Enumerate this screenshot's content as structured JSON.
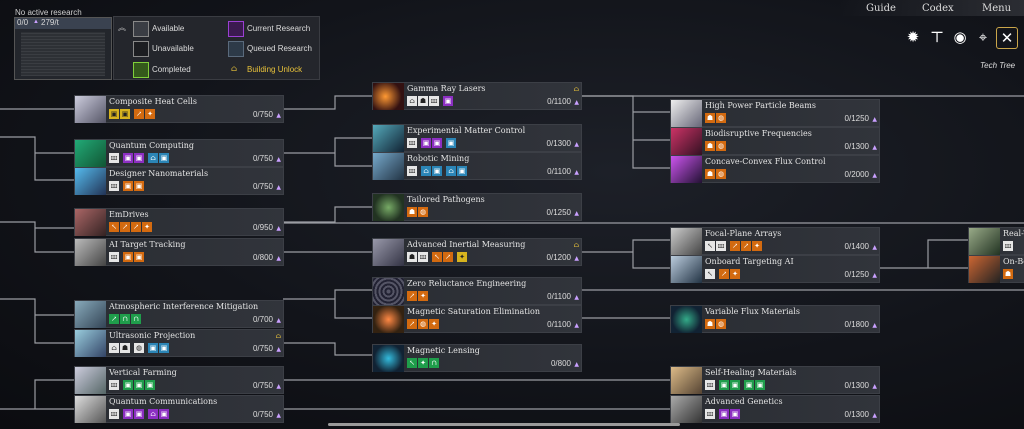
{
  "status": {
    "no_research": "No active research",
    "count": "0/0",
    "rate": "279/t"
  },
  "legend": {
    "available": "Available",
    "unavailable": "Unavailable",
    "completed": "Completed",
    "current": "Current Research",
    "queued": "Queued Research",
    "building_unlock": "Building Unlock"
  },
  "nav": {
    "guide": "Guide",
    "codex": "Codex",
    "menu": "Menu"
  },
  "tools": {
    "sun": "sun-icon",
    "hammer": "hammer-icon",
    "eye": "eye-icon",
    "target": "crosshair-icon",
    "close": "close-icon"
  },
  "tech_tree_label": "Tech Tree",
  "colors": {
    "completed": "#7fd03a",
    "current": "#8c2fc2",
    "queued": "#3b4a5c",
    "lock": "#e8c23a"
  },
  "nodes": {
    "composite_heat_cells": {
      "name": "Composite Heat Cells",
      "cost": "0/750"
    },
    "quantum_computing": {
      "name": "Quantum Computing",
      "cost": "0/750"
    },
    "designer_nanomaterials": {
      "name": "Designer Nanomaterials",
      "cost": "0/750"
    },
    "emdrives": {
      "name": "EmDrives",
      "cost": "0/950"
    },
    "ai_target_tracking": {
      "name": "AI Target Tracking",
      "cost": "0/800"
    },
    "atmospheric": {
      "name": "Atmospheric Interference Mitigation",
      "cost": "0/700"
    },
    "ultrasonic": {
      "name": "Ultrasonic Projection",
      "cost": "0/750"
    },
    "vertical_farming": {
      "name": "Vertical Farming",
      "cost": "0/750"
    },
    "quantum_comms": {
      "name": "Quantum Communications",
      "cost": "0/750"
    },
    "gamma_ray": {
      "name": "Gamma Ray Lasers",
      "cost": "0/1100"
    },
    "experimental_matter": {
      "name": "Experimental Matter Control",
      "cost": "0/1300"
    },
    "robotic_mining": {
      "name": "Robotic Mining",
      "cost": "0/1100"
    },
    "tailored_pathogens": {
      "name": "Tailored Pathogens",
      "cost": "0/1250"
    },
    "inertial_measuring": {
      "name": "Advanced Inertial Measuring",
      "cost": "0/1200"
    },
    "zero_reluctance": {
      "name": "Zero Reluctance Engineering",
      "cost": "0/1100"
    },
    "magnetic_saturation": {
      "name": "Magnetic Saturation Elimination",
      "cost": "0/1100"
    },
    "magnetic_lensing": {
      "name": "Magnetic Lensing",
      "cost": "0/800"
    },
    "particle_beams": {
      "name": "High Power Particle Beams",
      "cost": "0/1250"
    },
    "biodisruptive": {
      "name": "Biodisruptive Frequencies",
      "cost": "0/1300"
    },
    "concave_convex": {
      "name": "Concave-Convex Flux Control",
      "cost": "0/2000"
    },
    "focal_plane": {
      "name": "Focal-Plane Arrays",
      "cost": "0/1400"
    },
    "onboard_targeting": {
      "name": "Onboard Targeting AI",
      "cost": "0/1250"
    },
    "variable_flux": {
      "name": "Variable Flux Materials",
      "cost": "0/1800"
    },
    "self_healing": {
      "name": "Self-Healing Materials",
      "cost": "0/1300"
    },
    "advanced_genetics": {
      "name": "Advanced Genetics",
      "cost": "0/1300"
    },
    "real_t": {
      "name": "Real-T",
      "cost": ""
    },
    "on_bo": {
      "name": "On-Bo",
      "cost": ""
    }
  }
}
